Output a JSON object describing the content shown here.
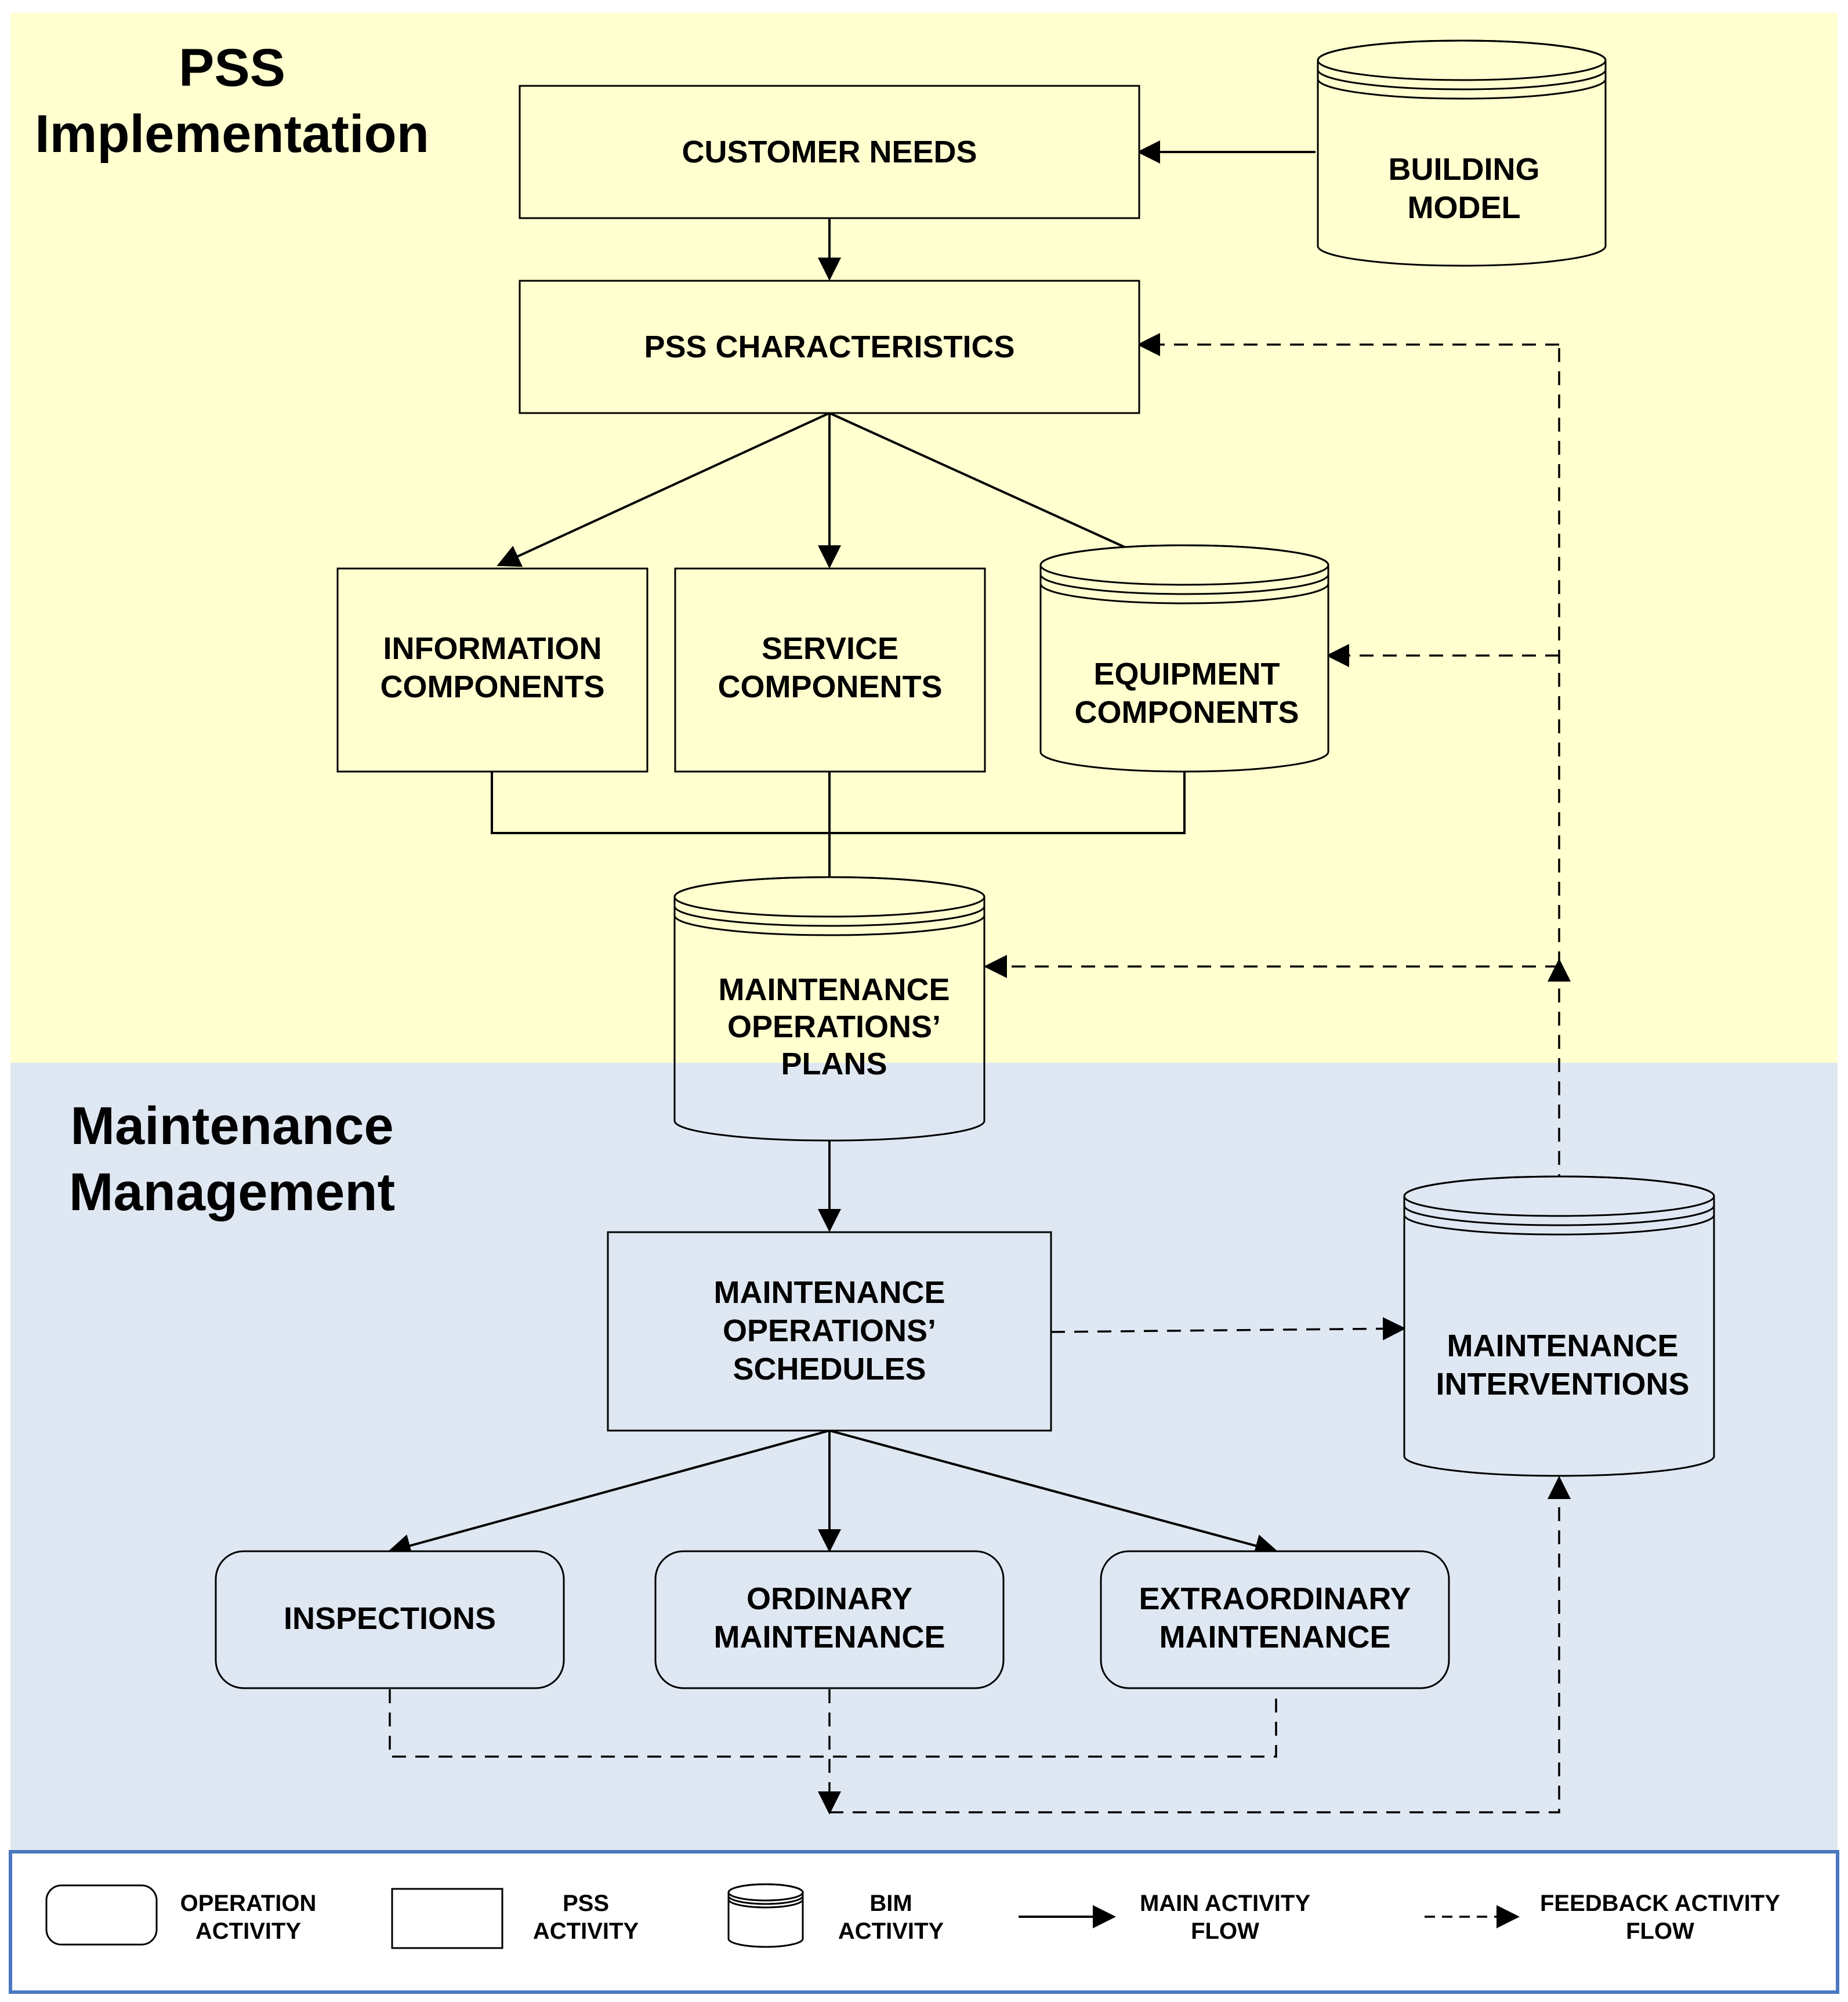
{
  "colors": {
    "top_band": "#ffffd0",
    "bottom_band": "#dfe8f2",
    "legend_border": "#4a78c0"
  },
  "sections": {
    "top_title": [
      "PSS",
      "Implementation"
    ],
    "bottom_title": [
      "Maintenance",
      "Management"
    ]
  },
  "nodes": {
    "customer_needs": [
      "CUSTOMER NEEDS"
    ],
    "building_model": [
      "BUILDING",
      "MODEL"
    ],
    "pss_characteristics": [
      "PSS CHARACTERISTICS"
    ],
    "information_components": [
      "INFORMATION",
      "COMPONENTS"
    ],
    "service_components": [
      "SERVICE",
      "COMPONENTS"
    ],
    "equipment_components": [
      "EQUIPMENT",
      "COMPONENTS"
    ],
    "maintenance_plans": [
      "MAINTENANCE",
      "OPERATIONS’",
      "PLANS"
    ],
    "maintenance_schedules": [
      "MAINTENANCE",
      "OPERATIONS’",
      "SCHEDULES"
    ],
    "maintenance_interventions": [
      "MAINTENANCE",
      "INTERVENTIONS"
    ],
    "inspections": [
      "INSPECTIONS"
    ],
    "ordinary_maintenance": [
      "ORDINARY",
      "MAINTENANCE"
    ],
    "extraordinary_maintenance": [
      "EXTRAORDINARY",
      "MAINTENANCE"
    ]
  },
  "legend": {
    "operation": [
      "OPERATION",
      "ACTIVITY"
    ],
    "pss": [
      "PSS",
      "ACTIVITY"
    ],
    "bim": [
      "BIM",
      "ACTIVITY"
    ],
    "main_flow": [
      "MAIN ACTIVITY",
      "FLOW"
    ],
    "feedback_flow": [
      "FEEDBACK ACTIVITY",
      "FLOW"
    ]
  }
}
